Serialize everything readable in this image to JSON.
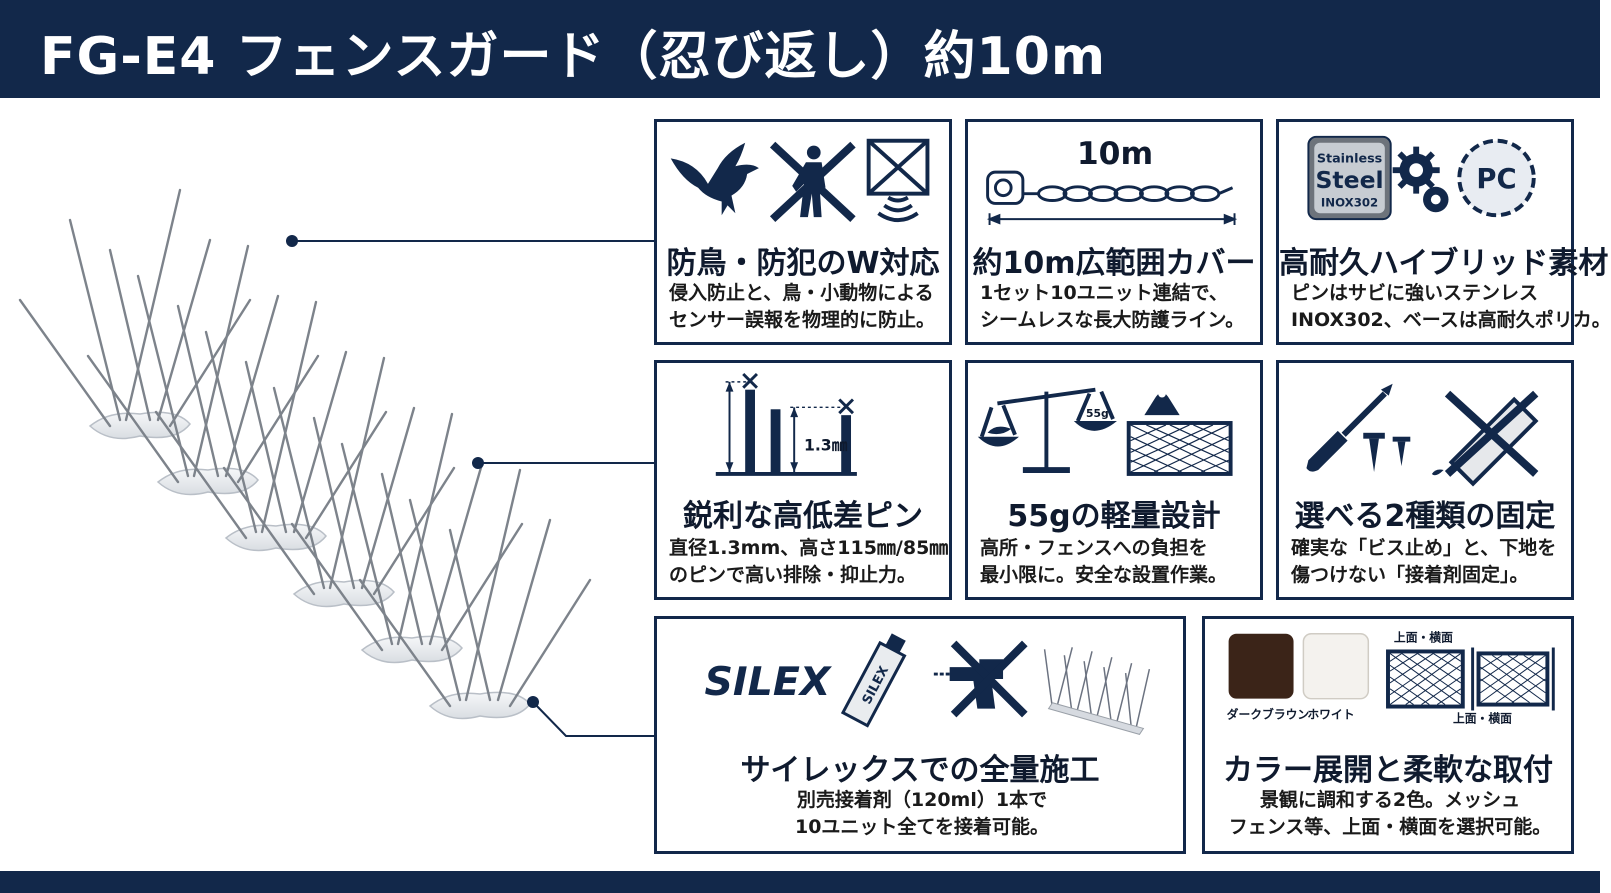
{
  "header": {
    "title": "FG-E4 フェンスガード（忍び返し）約10m"
  },
  "colors": {
    "navy": "#12284a",
    "dark_brown": "#3b2418",
    "white_swatch": "#f4f2ee",
    "steel": "#8c9096"
  },
  "cards": [
    {
      "icons": [
        "bird-icon",
        "no-intruder-icon",
        "no-sensor-icon"
      ],
      "title": "防鳥・防犯のW対応",
      "desc1": "侵入防止と、鳥・小動物による",
      "desc2": "センサー誤報を物理的に防止。"
    },
    {
      "icons": [
        "tape-measure-icon",
        "chain-icon"
      ],
      "length_label": "10m",
      "title": "約10m広範囲カバー",
      "desc1": "1セット10ユニット連結で、",
      "desc2": "シームレスな長大防護ライン。"
    },
    {
      "icons": [
        "stainless-steel-badge-icon",
        "gear-icon",
        "pc-gear-icon"
      ],
      "badge_line1": "Stainless",
      "badge_line2": "Steel",
      "badge_line3": "INOX302",
      "pc_label": "PC",
      "title": "高耐久ハイブリッド素材",
      "desc1": "ピンはサビに強いステンレス",
      "desc2": "INOX302、ベースは高耐久ポリカ。"
    },
    {
      "icons": [
        "pin-height-diagram-icon"
      ],
      "pin_label": "1.3㎜",
      "title": "鋭利な高低差ピン",
      "desc1": "直径1.3mm、高さ115㎜/85㎜",
      "desc2": "のピンで高い排除・抑止力。"
    },
    {
      "icons": [
        "balance-scale-icon",
        "weight-on-fence-icon"
      ],
      "weight_label": "55g",
      "title": "55gの軽量設計",
      "desc1": "高所・フェンスへの負担を",
      "desc2": "最小限に。安全な設置作業。"
    },
    {
      "icons": [
        "screwdriver-icon",
        "screw-icon",
        "no-glue-tube-icon"
      ],
      "title": "選べる2種類の固定",
      "desc1": "確実な「ビス止め」と、下地を",
      "desc2": "傷つけない「接着剤固定」。"
    },
    {
      "icons": [
        "silex-logo-icon",
        "adhesive-tube-icon",
        "no-drill-icon",
        "spike-strip-icon"
      ],
      "brand": "SILEX",
      "tube_label": "SILEX",
      "title": "サイレックスでの全量施工",
      "desc1": "別売接着剤（120ml）1本で",
      "desc2": "10ユニット全てを接着可能。"
    },
    {
      "icons": [
        "color-swatch-icon",
        "mesh-fence-icon"
      ],
      "swatch1_label": "ダークブラウン",
      "swatch2_label": "ホワイト",
      "mount_label_top": "上面・横面",
      "mount_label_bottom": "上面・横面",
      "title": "カラー展開と柔軟な取付",
      "desc1": "景観に調和する2色。メッシュ",
      "desc2": "フェンス等、上面・横面を選択可能。"
    }
  ]
}
